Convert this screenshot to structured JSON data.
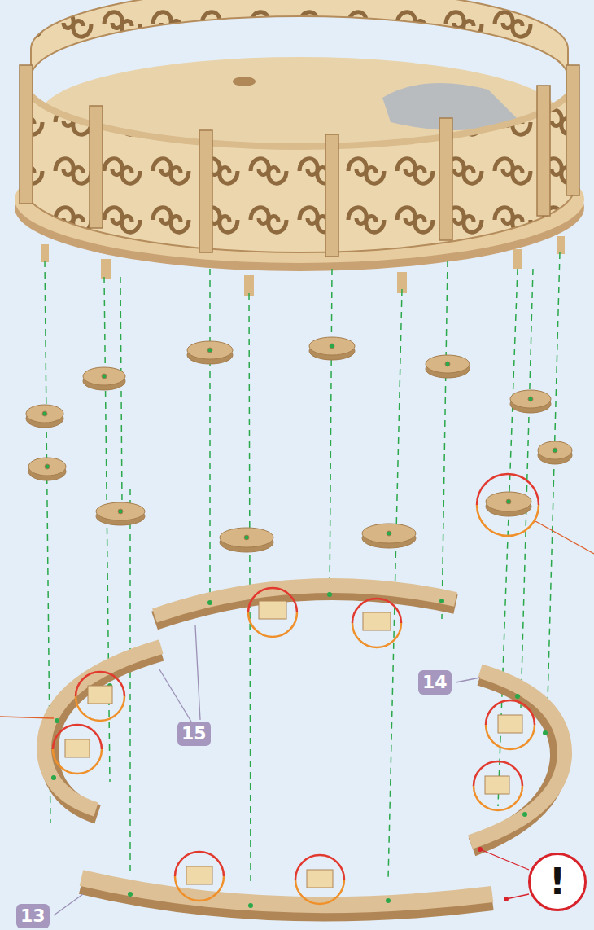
{
  "diagram": {
    "labels": [
      "15",
      "14",
      "13",
      "!"
    ]
  }
}
